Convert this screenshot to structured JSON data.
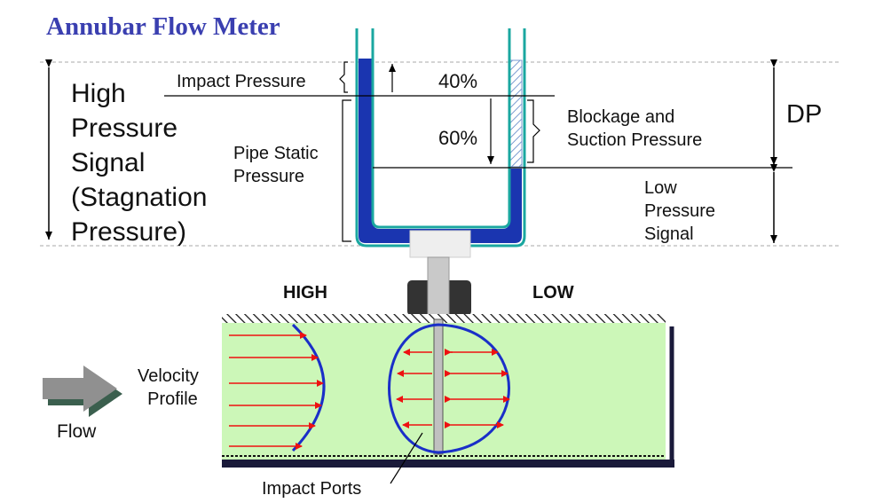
{
  "title": "Annubar Flow Meter",
  "labels": {
    "high_signal": [
      "High",
      "Pressure",
      "Signal",
      "(Stagnation",
      "Pressure)"
    ],
    "impact_pressure": "Impact Pressure",
    "pipe_static": [
      "Pipe Static",
      "Pressure"
    ],
    "pct_40": "40%",
    "pct_60": "60%",
    "blockage": [
      "Blockage and",
      "Suction Pressure"
    ],
    "dp": "DP",
    "low_signal": [
      "Low",
      "Pressure",
      "Signal"
    ],
    "high": "HIGH",
    "low": "LOW",
    "velocity_profile": [
      "Velocity",
      "Profile"
    ],
    "flow": "Flow",
    "impact_ports": "Impact Ports"
  },
  "colors": {
    "title": "#3a3fb0",
    "fluid": "#1a35b0",
    "tube_outline": "#1aa7a0",
    "pipe_fill": "#ccf7b8",
    "arrow_red": "#ee1111",
    "profile_blue": "#1a2fc8",
    "flow_arrow": "#909090"
  },
  "icons": [
    "flow-arrow-icon"
  ]
}
